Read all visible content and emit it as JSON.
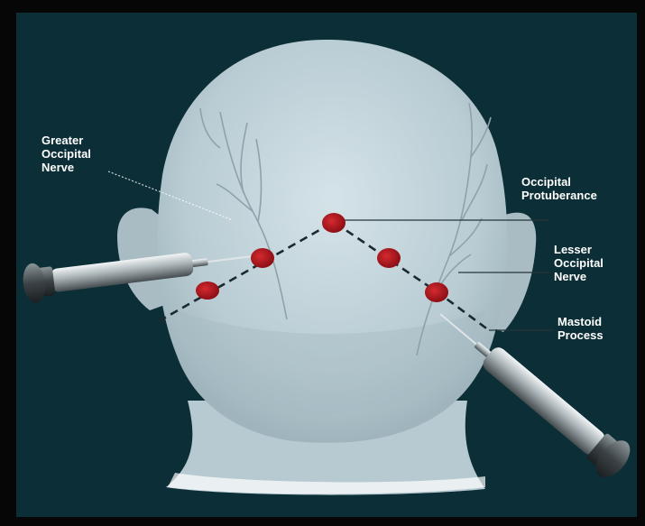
{
  "labels": {
    "greater_occipital_nerve": "Greater\nOccipital\nNerve",
    "occipital_protuberance": "Occipital\nProtuberance",
    "lesser_occipital_nerve": "Lesser\nOccipital\nNerve",
    "mastoid_process": "Mastoid\nProcess"
  },
  "colors": {
    "background": "#0c2e36",
    "frame": "#060606",
    "head_fill": "#bfd2d9",
    "injection_point": "#b3151d",
    "label_text": "#ffffff"
  },
  "icons": [
    "syringe-icon",
    "injection-point-marker"
  ]
}
